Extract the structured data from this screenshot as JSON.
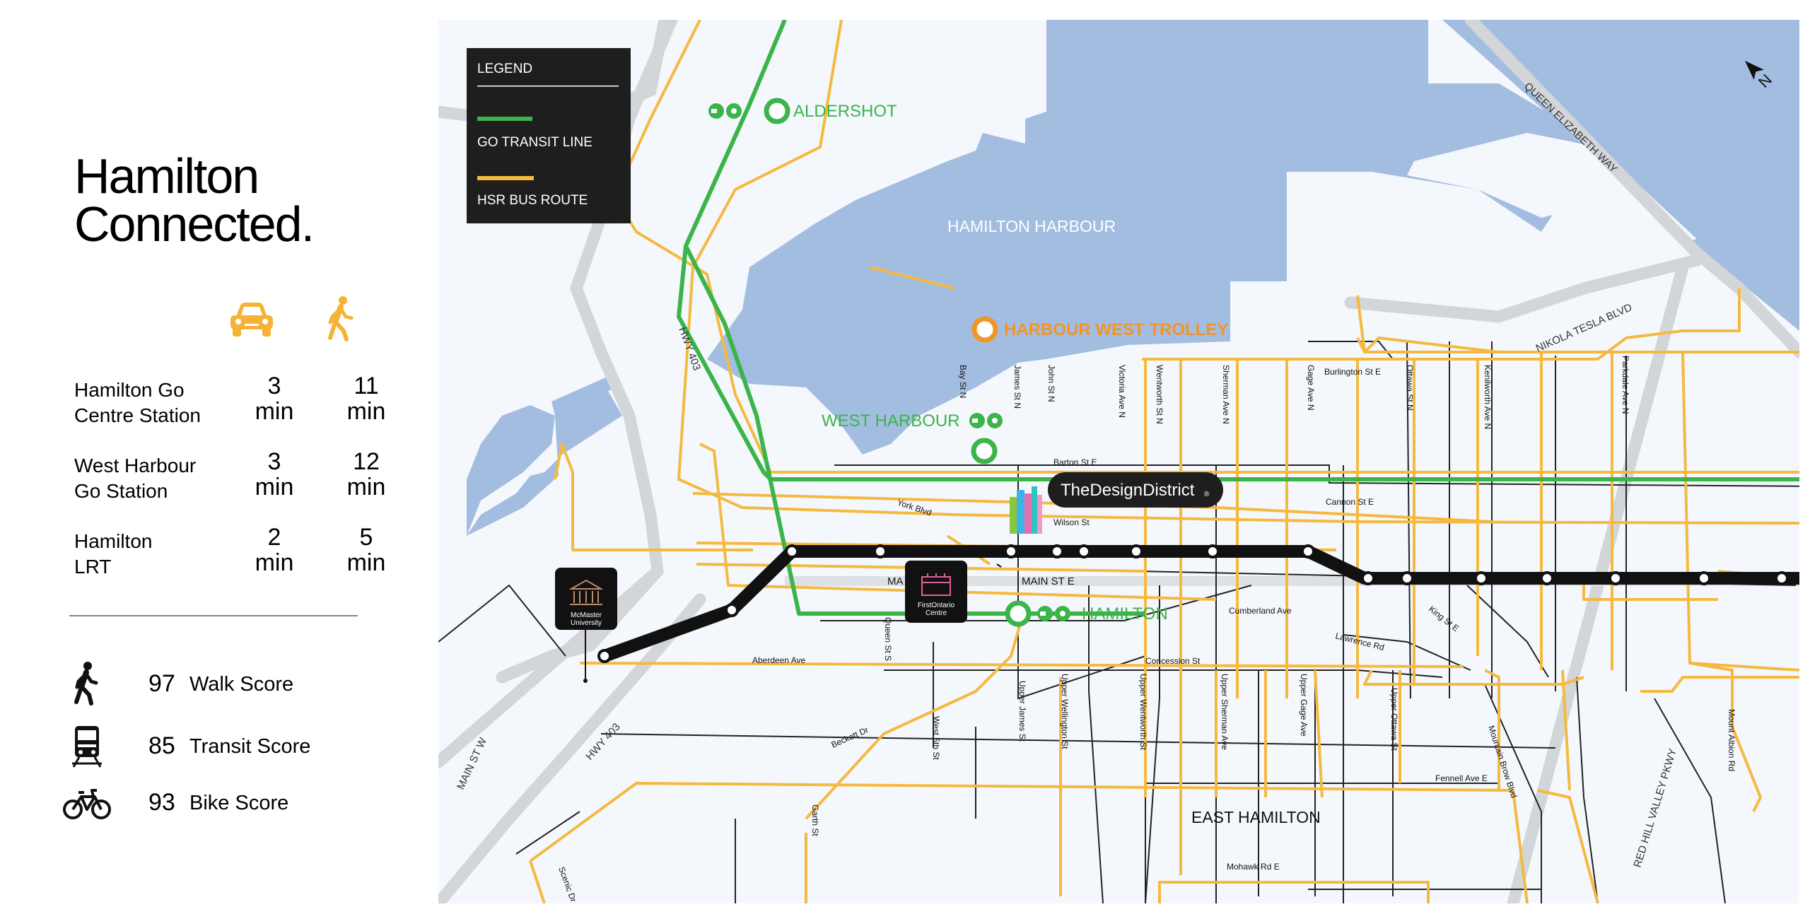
{
  "title": {
    "line1": "Hamilton",
    "line2": "Connected."
  },
  "travel_modes": [
    {
      "icon": "car-icon",
      "color": "#f5b335"
    },
    {
      "icon": "walking-person-icon",
      "color": "#f5b335"
    }
  ],
  "travel_times": [
    {
      "label_line1": "Hamilton Go",
      "label_line2": "Centre Station",
      "car_value": "3",
      "car_unit": "min",
      "walk_value": "11",
      "walk_unit": "min"
    },
    {
      "label_line1": "West Harbour",
      "label_line2": "Go Station",
      "car_value": "3",
      "car_unit": "min",
      "walk_value": "12",
      "walk_unit": "min"
    },
    {
      "label_line1": "Hamilton",
      "label_line2": "LRT",
      "car_value": "2",
      "car_unit": "min",
      "walk_value": "5",
      "walk_unit": "min"
    }
  ],
  "scores": [
    {
      "icon": "pedestrian-icon",
      "value": "97",
      "label": "Walk Score"
    },
    {
      "icon": "train-icon",
      "value": "85",
      "label": "Transit Score"
    },
    {
      "icon": "bicycle-icon",
      "value": "93",
      "label": "Bike Score"
    }
  ],
  "map": {
    "legend": {
      "title": "LEGEND",
      "go_label": "GO TRANSIT LINE",
      "hsr_label": "HSR BUS ROUTE"
    },
    "colors": {
      "water": "#a3bde0",
      "land": "#f4f8fd",
      "highway": "#d3d6d9",
      "go_line": "#3bb44a",
      "bus_route": "#f5b940",
      "lrt": "#111111",
      "trolley": "#f0952a",
      "legend_bg": "#1e1e1e"
    },
    "stations": {
      "aldershot": "ALDERSHOT",
      "west_harbour": "WEST HARBOUR",
      "hamilton": "HAMILTON",
      "trolley": "HARBOUR WEST TROLLEY",
      "go_logo": "GO"
    },
    "areas": {
      "harbour": "HAMILTON HARBOUR",
      "east_hamilton": "EAST  HAMILTON"
    },
    "highways": {
      "hwy403_north": "HWY 403",
      "hwy403_south": "HWY 403",
      "qew": "QUEEN ELIZABETH WAY",
      "nikola_tesla": "NIKOLA TESLA BLVD",
      "red_hill": "RED HILL VALLEY PKWY",
      "main_st_w": "MAIN ST W"
    },
    "main_street": {
      "left": "MA",
      "right": "MAIN ST E"
    },
    "streets": [
      "Bay St N",
      "James St N",
      "John St N",
      "Victoria Ave N",
      "Wentworth St N",
      "Sherman Ave N",
      "Gage Ave N",
      "Ottawa St N",
      "Kenilworth Ave N",
      "Parkdale Ave N",
      "Burlington St E",
      "Barton St E",
      "York Blvd",
      "Wilson St",
      "Cannon St E",
      "Cumberland Ave",
      "Lawrence Rd",
      "King St E",
      "Aberdeen Ave",
      "Queen St S",
      "Concession St",
      "Upper James St",
      "Upper Wellington St",
      "Upper Wentworth St",
      "Upper Sherman Ave",
      "Upper Gage Ave",
      "Upper Ottawa St",
      "Mountain Brow Blvd",
      "Fennell Ave E",
      "West 5th St",
      "Beckett Dr",
      "Garth St",
      "Mohawk Rd E",
      "Mount Albion Rd",
      "Scenic Dr"
    ],
    "landmarks": {
      "mcmaster_line1": "McMaster",
      "mcmaster_line2": "University",
      "firstontario_line1": "FirstOntario",
      "firstontario_line2": "Centre",
      "design_district": "TheDesignDistrict",
      "design_district_mark": "®"
    },
    "north_label": "N"
  }
}
